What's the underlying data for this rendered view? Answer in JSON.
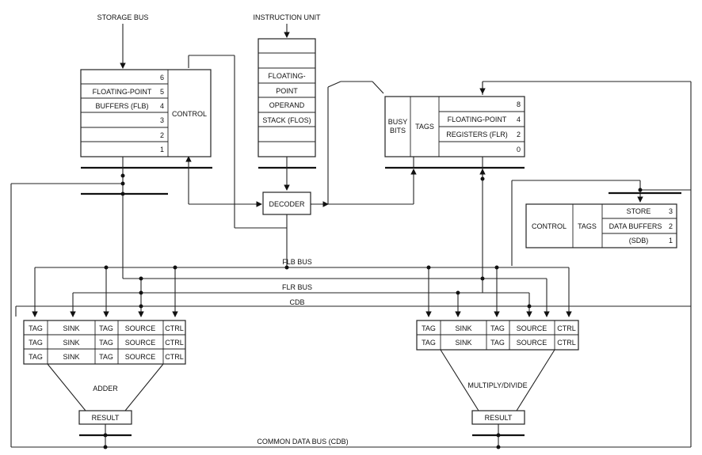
{
  "storage_bus": "STORAGE BUS",
  "instruction_unit": "INSTRUCTION UNIT",
  "flb": {
    "rows": [
      "6",
      "5",
      "4",
      "3",
      "2",
      "1"
    ],
    "label_lines": [
      "FLOATING-POINT",
      "BUFFERS (FLB)"
    ],
    "control": "CONTROL"
  },
  "flos": {
    "label_lines": [
      "FLOATING-",
      "POINT",
      "OPERAND",
      "STACK (FLOS)"
    ]
  },
  "flr": {
    "busy_bits_lines": [
      "BUSY",
      "BITS"
    ],
    "tags": "TAGS",
    "rows": [
      "8",
      "4",
      "2",
      "0"
    ],
    "label_lines": [
      "FLOATING-POINT",
      "REGISTERS (FLR)"
    ]
  },
  "decoder": "DECODER",
  "sdb": {
    "control": "CONTROL",
    "tags": "TAGS",
    "label_lines": [
      "STORE",
      "DATA BUFFERS",
      "(SDB)"
    ],
    "rows": [
      "3",
      "2",
      "1"
    ]
  },
  "buses": {
    "flb_bus": "FLB BUS",
    "flr_bus": "FLR BUS",
    "cdb": "CDB",
    "common_data_bus": "COMMON DATA BUS (CDB)"
  },
  "reservation_header": [
    "TAG",
    "SINK",
    "TAG",
    "SOURCE",
    "CTRL"
  ],
  "adder": {
    "label": "ADDER",
    "result": "RESULT",
    "station_count": 3
  },
  "multiply_divide": {
    "label": "MULTIPLY/DIVIDE",
    "result": "RESULT",
    "station_count": 2
  }
}
